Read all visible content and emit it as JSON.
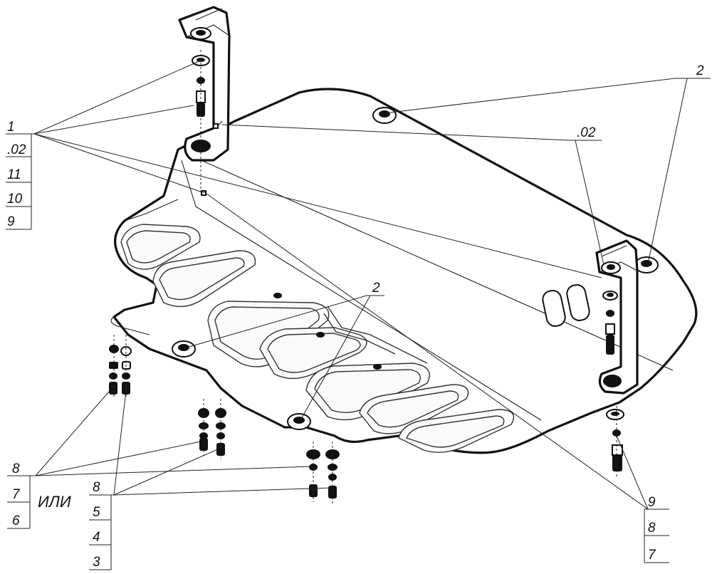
{
  "callouts": {
    "left_stack": [
      "1",
      ".02",
      "11",
      "10",
      "9"
    ],
    "top_right": "2",
    "center_right": ".02",
    "center": "2",
    "bottom_left_outer": [
      "8",
      "7",
      "6"
    ],
    "bottom_left_inner": [
      "8",
      "5",
      "4",
      "3"
    ],
    "bottom_right": [
      "9",
      "8",
      "7"
    ]
  },
  "alt_text": "ИЛИ"
}
